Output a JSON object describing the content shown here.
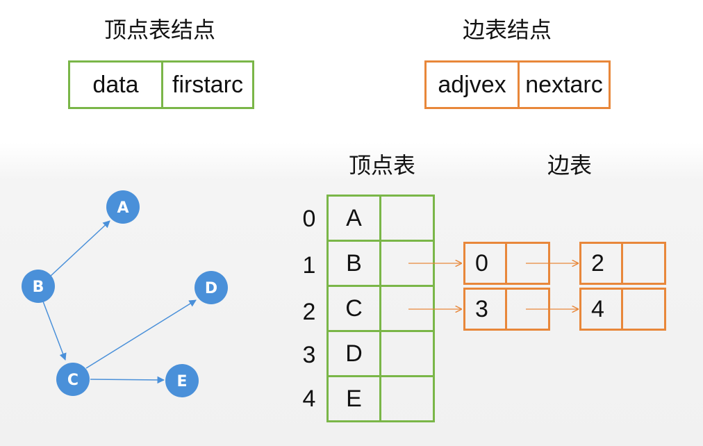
{
  "header": {
    "vertex_node_title": "顶点表结点",
    "edge_node_title": "边表结点",
    "vertex_fields": [
      "data",
      "firstarc"
    ],
    "edge_fields": [
      "adjvex",
      "nextarc"
    ]
  },
  "tables": {
    "vertex_table_title": "顶点表",
    "edge_table_title": "边表",
    "indices": [
      "0",
      "1",
      "2",
      "3",
      "4"
    ],
    "vertex_values": [
      "A",
      "B",
      "C",
      "D",
      "E"
    ],
    "edge_lists": [
      {
        "vertex": "B",
        "values": [
          "0",
          "2"
        ]
      },
      {
        "vertex": "C",
        "values": [
          "3",
          "4"
        ]
      }
    ]
  },
  "graph": {
    "nodes": [
      "A",
      "B",
      "C",
      "D",
      "E"
    ],
    "edges": [
      [
        "B",
        "A"
      ],
      [
        "B",
        "C"
      ],
      [
        "C",
        "D"
      ],
      [
        "C",
        "E"
      ]
    ]
  },
  "colors": {
    "vertex_border": "#7ab648",
    "edge_border": "#e8873a",
    "graph_node": "#4a90d9"
  }
}
